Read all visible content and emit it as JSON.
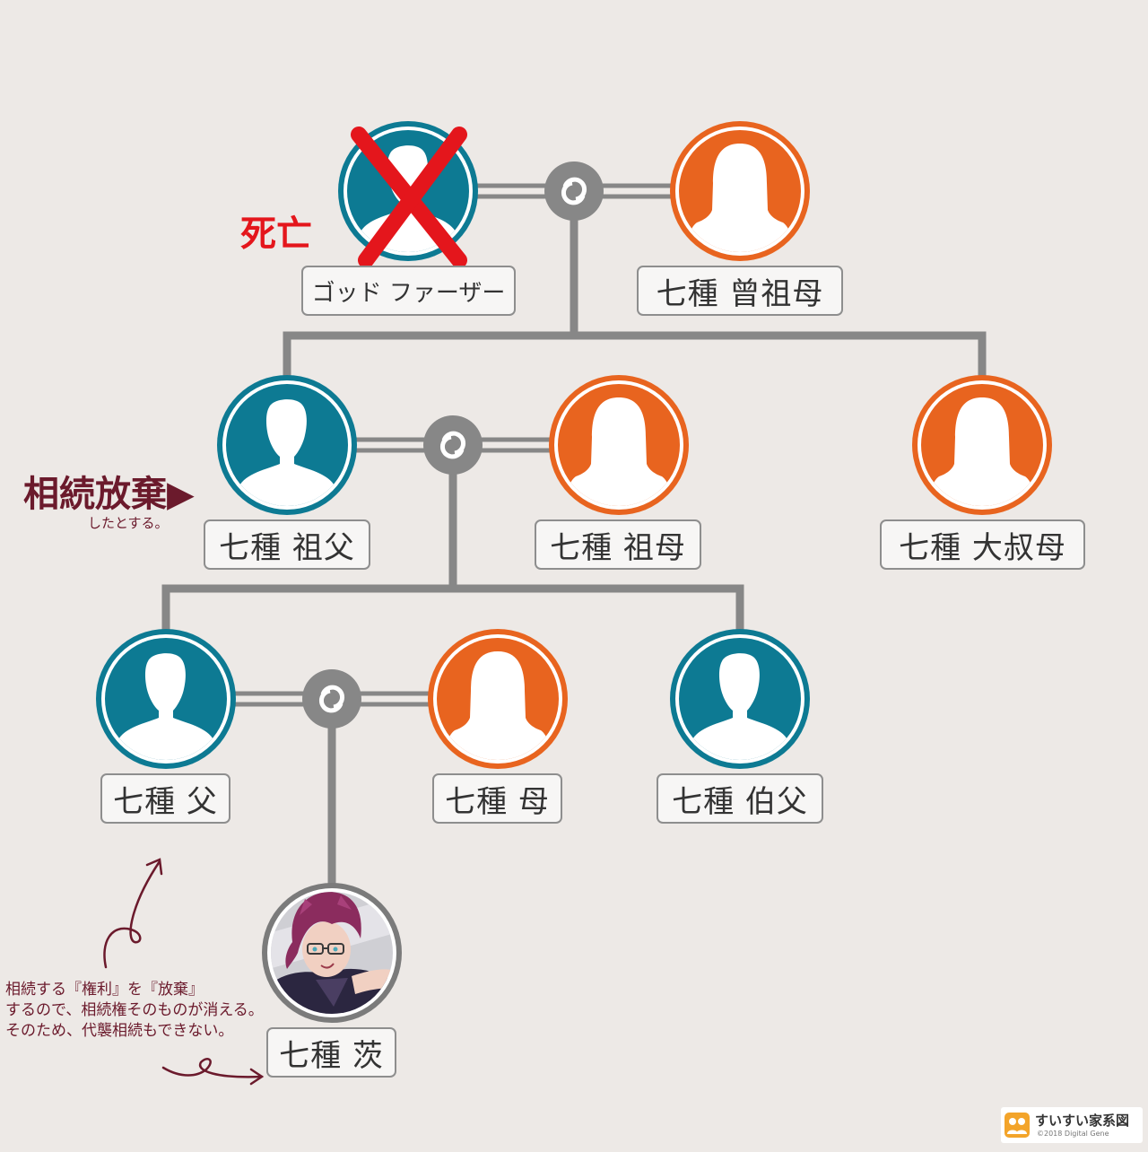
{
  "people": {
    "godfather": "ゴッド ファーザー",
    "great_grandmother": "七種 曾祖母",
    "grandfather": "七種 祖父",
    "grandmother": "七種 祖母",
    "great_aunt": "七種 大叔母",
    "father": "七種 父",
    "mother": "七種 母",
    "uncle": "七種 伯父",
    "ibara": "七種 茨"
  },
  "annotations": {
    "deceased": "死亡",
    "renounce": "相続放棄▶",
    "renounce_sub": "したとする。",
    "explanation": [
      "相続する『権利』を『放棄』",
      "するので、相続権そのものが消える。",
      "そのため、代襲相続もできない。"
    ]
  },
  "brand": {
    "name": "すいすい家系図",
    "copyright": "©2018 Digital Gene"
  },
  "colors": {
    "male": "#0d7a93",
    "female": "#e8641f",
    "line": "#878787",
    "cross": "#e4161c",
    "accent": "#6b1a2c"
  },
  "icons": {
    "marriage": "ring-link-icon",
    "male": "male-silhouette-icon",
    "female": "female-silhouette-icon",
    "deceased": "red-cross-icon"
  }
}
